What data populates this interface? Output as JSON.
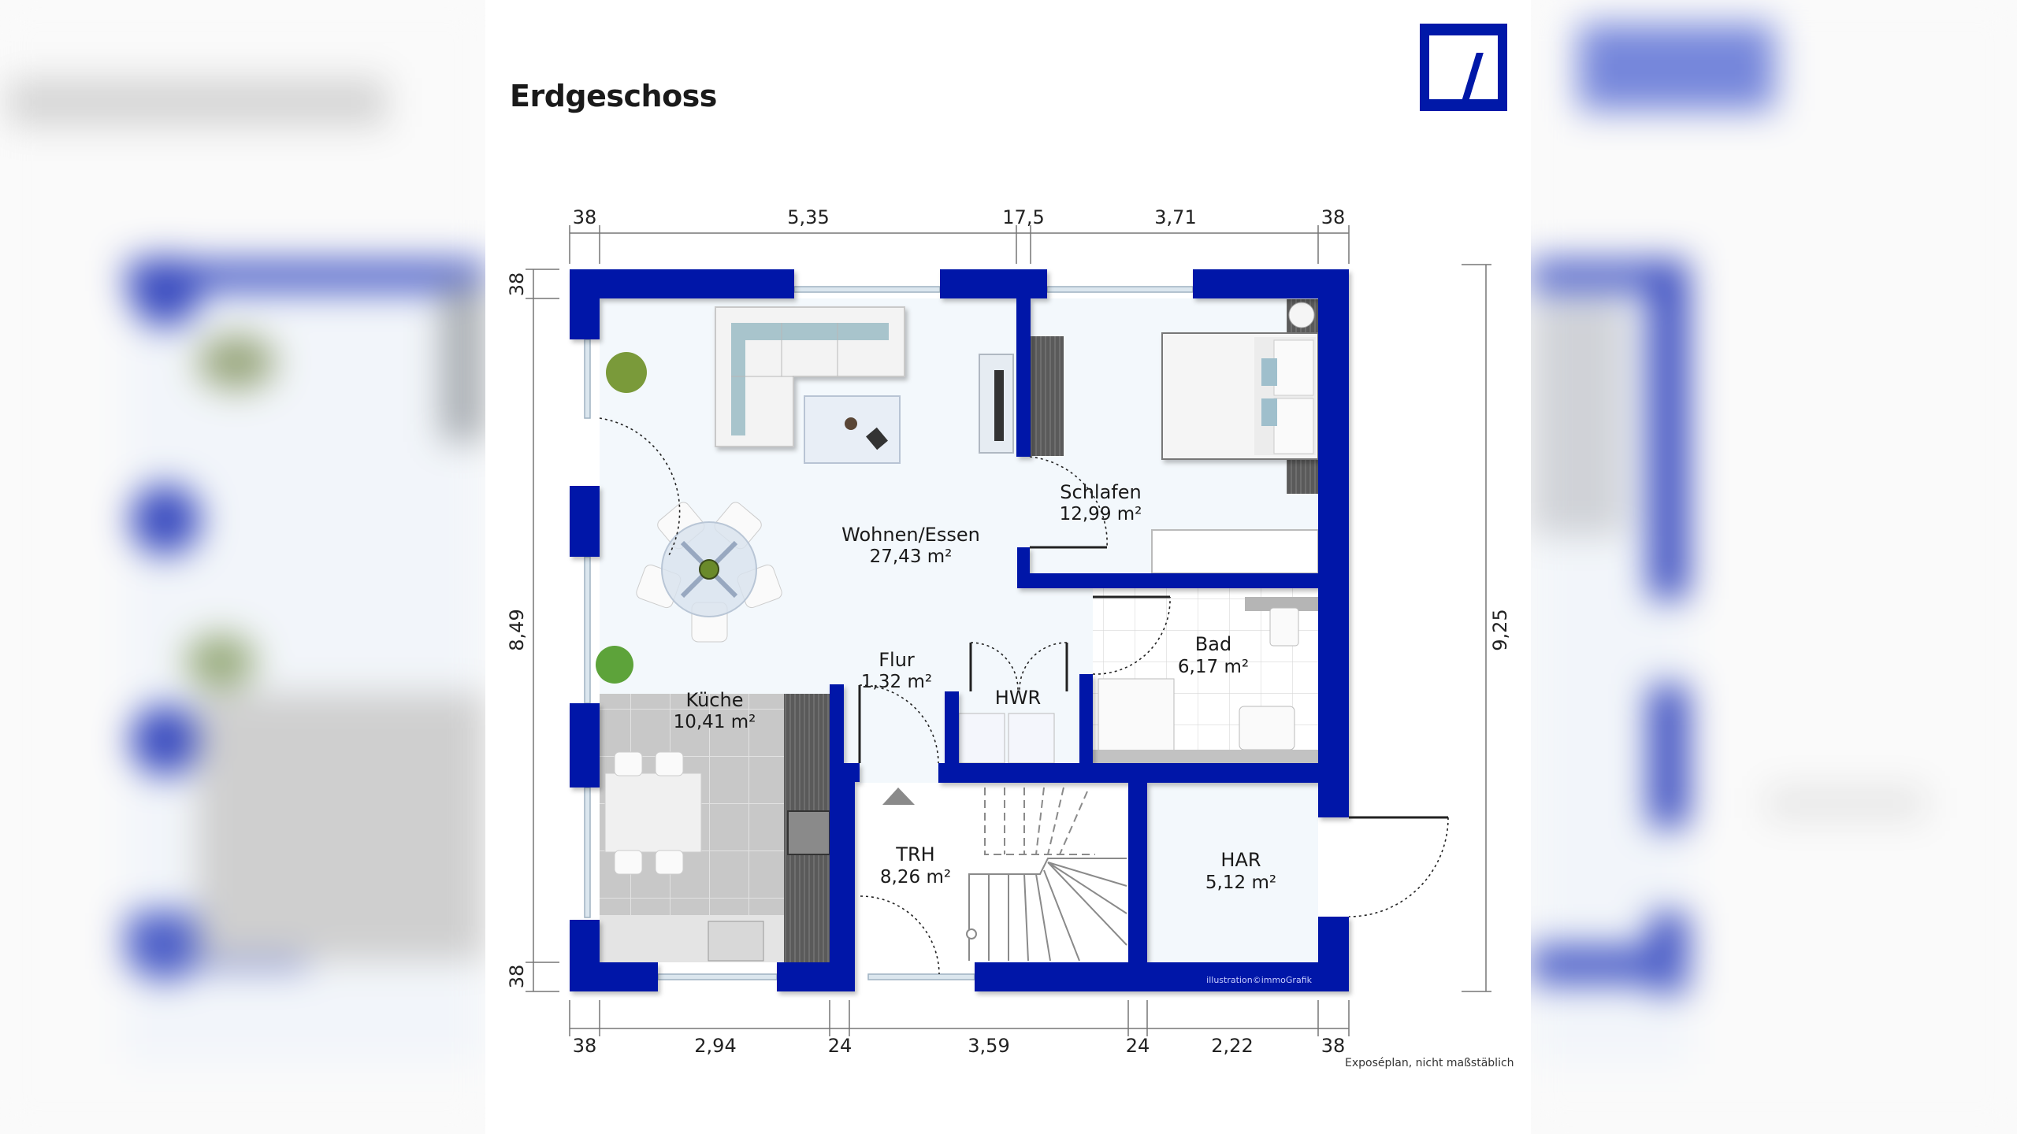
{
  "header": {
    "title": "Erdgeschoss",
    "logo": "deutsche-bank-logo"
  },
  "colors": {
    "wall": "#0018a8",
    "floor_living": "#f3f8fc",
    "floor_kitchen": "#c9c9c9",
    "floor_bath": "#ffffff",
    "dimension_line": "#777777"
  },
  "rooms": [
    {
      "name": "Wohnen/Essen",
      "area": "27,43 m²"
    },
    {
      "name": "Schlafen",
      "area": "12,99 m²"
    },
    {
      "name": "Bad",
      "area": "6,17 m²"
    },
    {
      "name": "Flur",
      "area": "1,32 m²"
    },
    {
      "name": "HWR",
      "area": ""
    },
    {
      "name": "Küche",
      "area": "10,41 m²"
    },
    {
      "name": "TRH",
      "area": "8,26 m²"
    },
    {
      "name": "HAR",
      "area": "5,12 m²"
    }
  ],
  "dimensions": {
    "top": [
      "38",
      "5,35",
      "17,5",
      "3,71",
      "38"
    ],
    "bottom": [
      "38",
      "2,94",
      "24",
      "3,59",
      "24",
      "2,22",
      "38"
    ],
    "left": [
      "38",
      "8,49",
      "38"
    ],
    "right": [
      "9,25"
    ]
  },
  "credits": {
    "illustration": "illustration©immoGrafik",
    "disclaimer": "Exposéplan, nicht maßstäblich"
  }
}
